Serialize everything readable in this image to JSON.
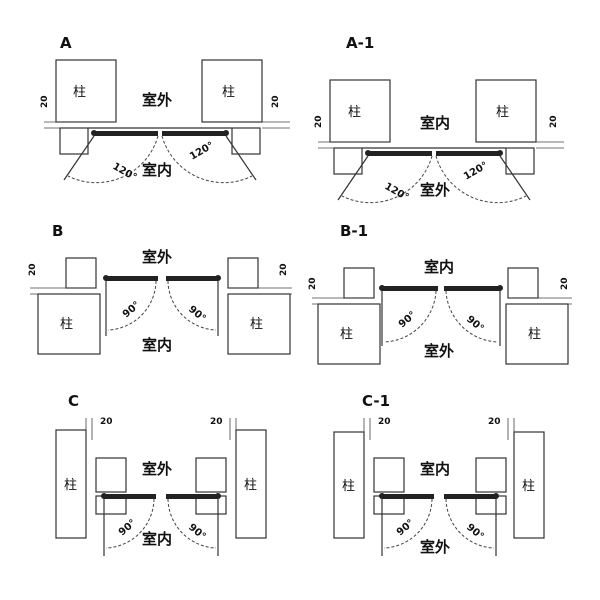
{
  "labels": {
    "column": "柱",
    "outside": "室外",
    "inside": "室内",
    "dim": "20",
    "angle_120": "120°",
    "angle_90": "90°"
  },
  "panels": [
    {
      "title": "A"
    },
    {
      "title": "A-1"
    },
    {
      "title": "B"
    },
    {
      "title": "B-1"
    },
    {
      "title": "C"
    },
    {
      "title": "C-1"
    }
  ]
}
